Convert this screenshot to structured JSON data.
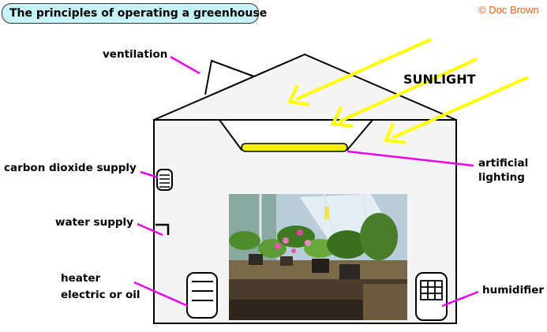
{
  "title": "The principles of operating a greenhouse",
  "credit": "© Doc Brown",
  "sunlight": "SUNLIGHT",
  "labels": {
    "ventilation": "ventilation",
    "carbon_dioxide_supply": "carbon dioxide supply",
    "water_supply": "water supply",
    "heater_line1": "heater",
    "heater_line2": "electric or oil",
    "artificial_line1": "artificial",
    "artificial_line2": "lighting",
    "humidifier": "humidifier"
  },
  "icons": {
    "photo": "greenhouse-plants-photo",
    "co2": "co2-vent-icon",
    "water": "water-tap-icon",
    "heater": "heater-icon",
    "humidifier": "humidifier-grid-icon"
  },
  "colors": {
    "title_bg": "#c6f3f8",
    "credit": "#e8631c",
    "sun": "#ffff00",
    "lamp": "#f4f000",
    "pointer": "#e800e8"
  }
}
